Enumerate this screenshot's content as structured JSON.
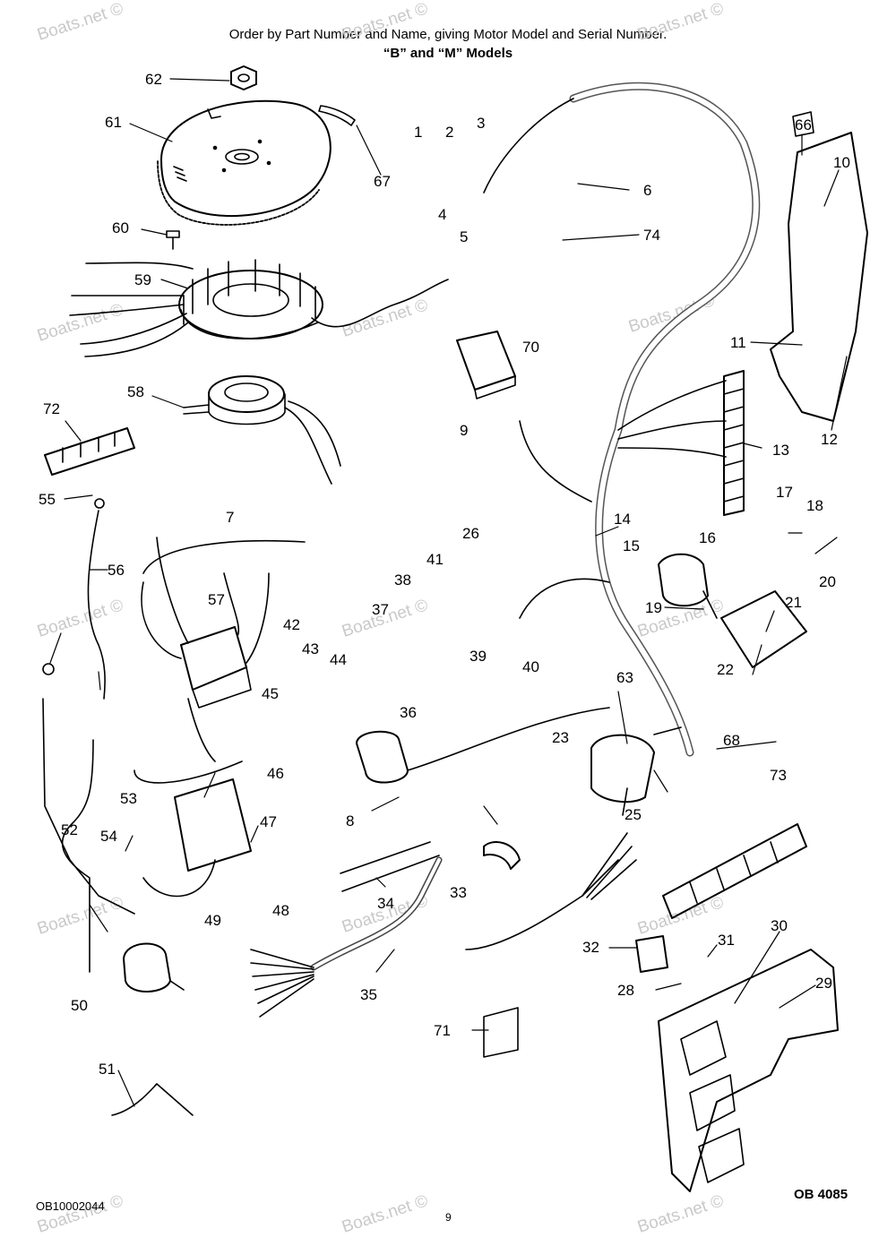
{
  "header": {
    "line1": "Order by Part Number and Name, giving Motor Model and Serial Number.",
    "line2": "“B” and “M” Models"
  },
  "footer": {
    "left_code": "OB10002044",
    "page_number": "9",
    "right_code": "OB 4085"
  },
  "watermark": "Boats.net ©",
  "callouts": [
    "1",
    "2",
    "3",
    "4",
    "5",
    "6",
    "74",
    "62",
    "61",
    "67",
    "60",
    "59",
    "66",
    "10",
    "11",
    "12",
    "70",
    "9",
    "58",
    "72",
    "55",
    "56",
    "7",
    "57",
    "42",
    "43",
    "44",
    "45",
    "13",
    "17",
    "18",
    "20",
    "14",
    "15",
    "16",
    "26",
    "41",
    "38",
    "37",
    "39",
    "40",
    "19",
    "21",
    "22",
    "68",
    "36",
    "63",
    "23",
    "53",
    "46",
    "47",
    "54",
    "52",
    "8",
    "25",
    "73",
    "33",
    "34",
    "48",
    "49",
    "50",
    "35",
    "32",
    "31",
    "28",
    "30",
    "29",
    "71",
    "51"
  ]
}
